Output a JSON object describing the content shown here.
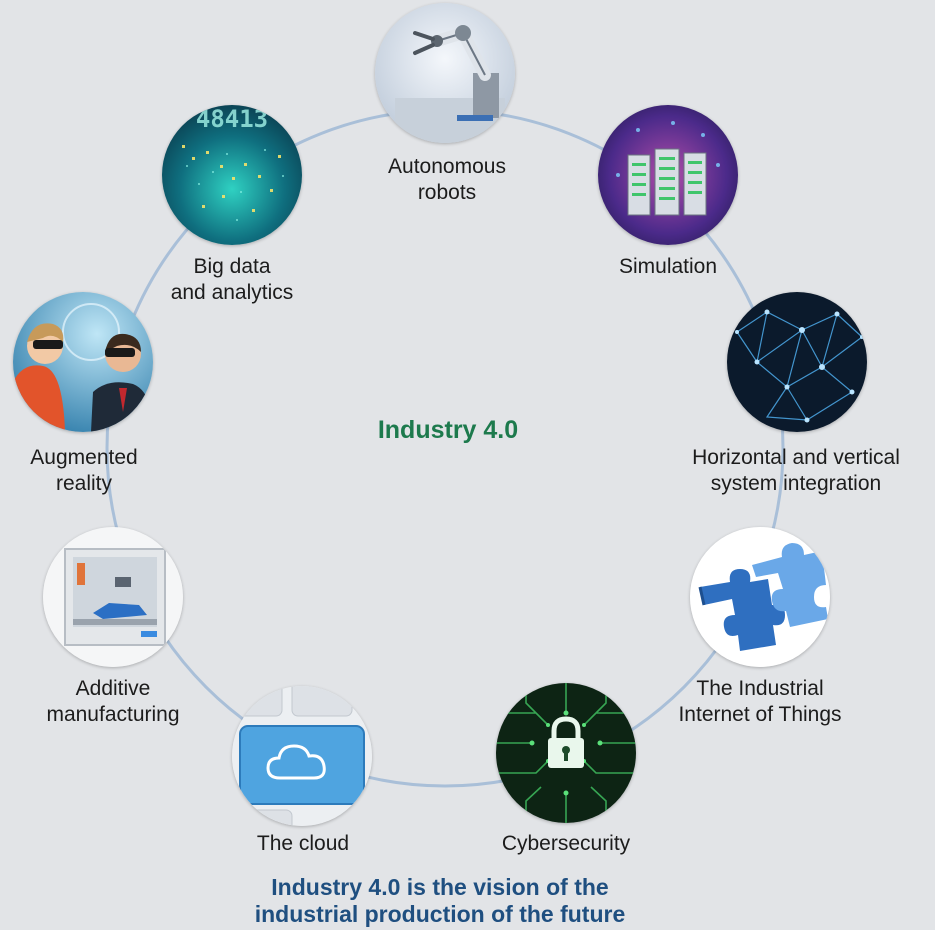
{
  "diagram": {
    "center_title": "Industry 4.0",
    "caption": "Industry 4.0 is the vision of the\nindustrial production of the future",
    "nodes": [
      {
        "label": "Autonomous\nrobots",
        "icon": "robot-arm-icon"
      },
      {
        "label": "Simulation",
        "icon": "server-rack-icon"
      },
      {
        "label": "Horizontal and vertical\nsystem integration",
        "icon": "network-mesh-icon"
      },
      {
        "label": "The Industrial\nInternet of Things",
        "icon": "puzzle-icon"
      },
      {
        "label": "Cybersecurity",
        "icon": "padlock-icon"
      },
      {
        "label": "The cloud",
        "icon": "cloud-key-icon"
      },
      {
        "label": "Additive\nmanufacturing",
        "icon": "3d-printer-icon"
      },
      {
        "label": "Augmented\nreality",
        "icon": "ar-glasses-icon"
      },
      {
        "label": "Big data\nand analytics",
        "icon": "data-stream-icon"
      }
    ],
    "data_stream_digits": "48413",
    "colors": {
      "background": "#e2e4e7",
      "ring": "#a9bfd8",
      "center_title": "#1d7a4d",
      "caption": "#1f4f80"
    }
  }
}
